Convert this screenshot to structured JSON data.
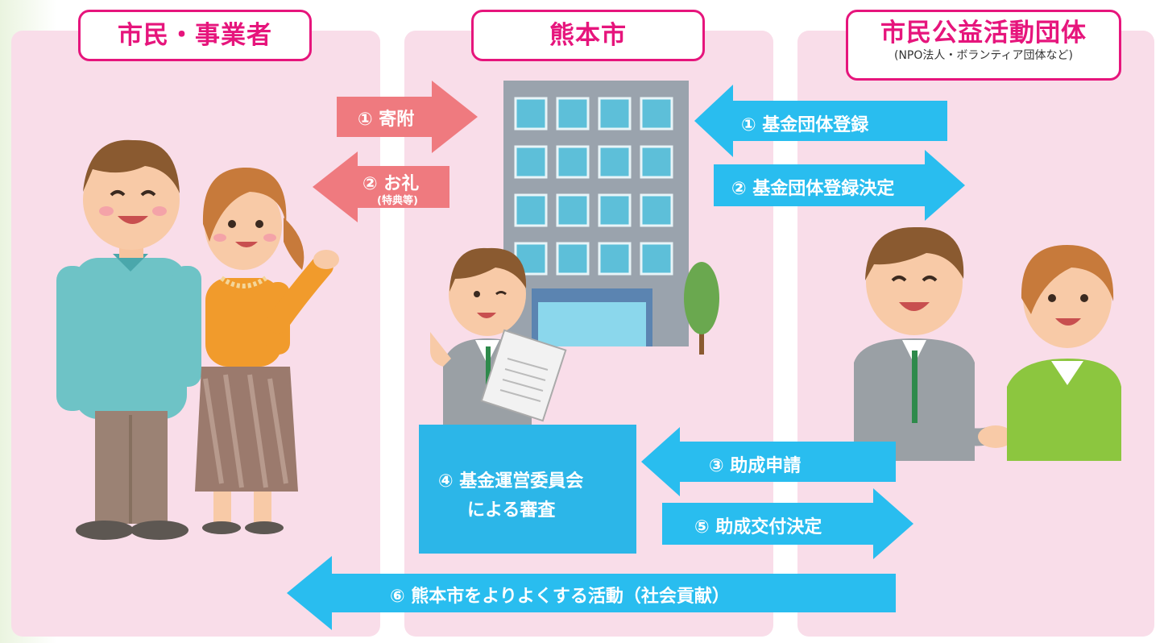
{
  "columns": {
    "left": {
      "title": "市民・事業者"
    },
    "middle": {
      "title": "熊本市"
    },
    "right": {
      "title": "市民公益活動団体",
      "subtitle": "(NPO法人・ボランティア団体など)"
    }
  },
  "arrows": {
    "donation": {
      "label": "① 寄附"
    },
    "thanks": {
      "label": "② お礼",
      "sub": "(特典等)"
    },
    "fund_registration": {
      "label": "① 基金団体登録"
    },
    "fund_registration_decision": {
      "label": "② 基金団体登録決定"
    },
    "grant_application": {
      "label": "③ 助成申請"
    },
    "grant_decision": {
      "label": "⑤ 助成交付決定"
    },
    "social_contribution": {
      "label": "⑥ 熊本市をよりよくする活動（社会貢献）"
    }
  },
  "review_box": {
    "line1": "④ 基金運営委員会",
    "line2": "による審査"
  },
  "colors": {
    "pink_arrow": "#ef7a7f",
    "blue_arrow": "#29bdef",
    "heading": "#e6157c",
    "panel": "#f9dde9",
    "review": "#2cb6e8"
  }
}
